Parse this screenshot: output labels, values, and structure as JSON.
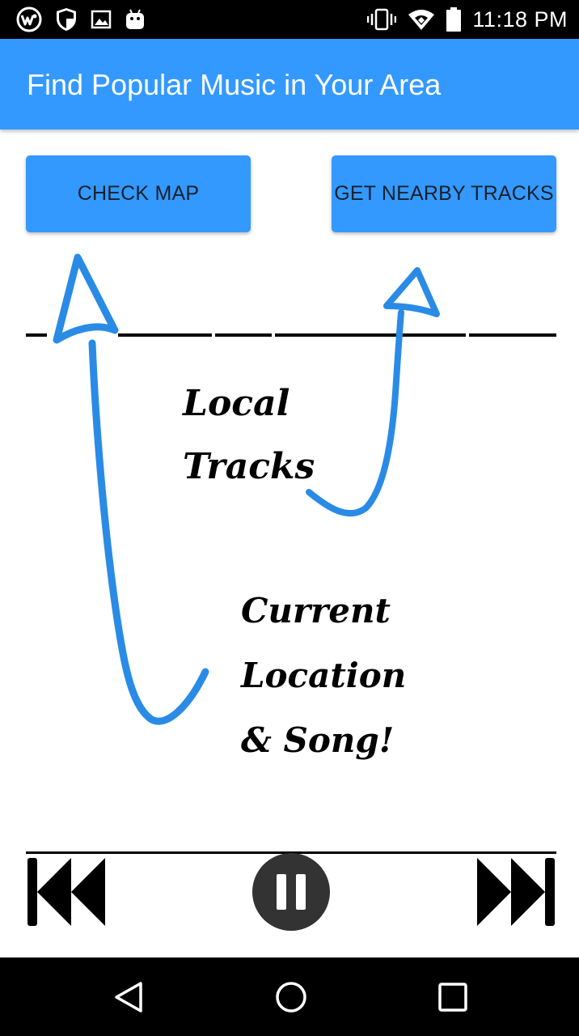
{
  "status_bar": {
    "time": "11:18 PM",
    "left_icons": [
      "app-logo-icon",
      "shield-icon",
      "image-icon",
      "android-icon"
    ],
    "right_icons": [
      "vibrate-icon",
      "wifi-icon",
      "battery-icon"
    ]
  },
  "app_bar": {
    "title": "Find Popular Music in Your Area",
    "color": "#3399ff"
  },
  "buttons": {
    "check_map": "CHECK MAP",
    "nearby_tracks": "GET NEARBY TRACKS"
  },
  "annotations": {
    "local_line1": "Local",
    "local_line2": "Tracks",
    "current_line1": "Current",
    "current_line2": "Location",
    "current_line3": "& Song!",
    "arrow_color": "#2a8be6"
  },
  "player": {
    "controls": [
      "skip-previous-icon",
      "pause-icon",
      "skip-next-icon"
    ]
  },
  "nav_bar": {
    "buttons": [
      "back-icon",
      "home-icon",
      "recents-icon"
    ]
  }
}
